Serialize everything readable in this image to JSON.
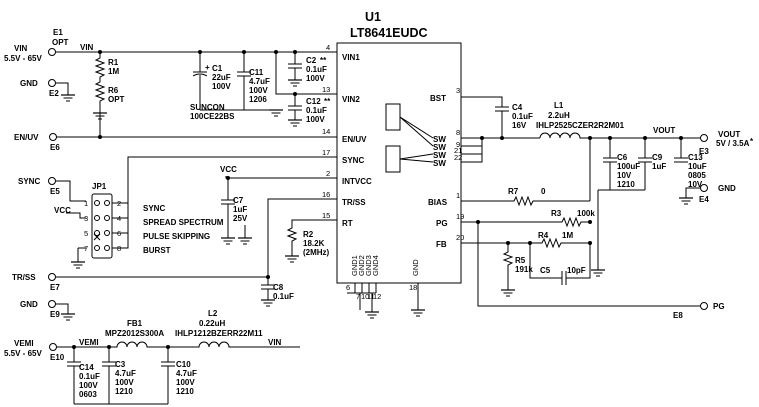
{
  "ic": {
    "ref": "U1",
    "part": "LT8641EUDC",
    "left_pins": [
      {
        "num": "4",
        "name": "VIN1"
      },
      {
        "num": "13",
        "name": "VIN2"
      },
      {
        "num": "14",
        "name": "EN/UV"
      },
      {
        "num": "17",
        "name": "SYNC"
      },
      {
        "num": "2",
        "name": "INTVCC"
      },
      {
        "num": "16",
        "name": "TR/SS"
      },
      {
        "num": "15",
        "name": "RT"
      }
    ],
    "right_pins": [
      {
        "num": "3",
        "name": "BST"
      },
      {
        "num": "8",
        "name": "SW"
      },
      {
        "num": "9",
        "name": "SW"
      },
      {
        "num": "21",
        "name": "SW"
      },
      {
        "num": "22",
        "name": "SW"
      },
      {
        "num": "1",
        "name": "BIAS"
      },
      {
        "num": "19",
        "name": "PG"
      },
      {
        "num": "20",
        "name": "FB"
      }
    ],
    "bottom_gnd": [
      "GND1",
      "GND2",
      "GND3",
      "GND4"
    ],
    "bottom_nums": [
      "6",
      "7",
      "10",
      "11",
      "12"
    ],
    "gnd_label": "GND",
    "gnd_num": "18"
  },
  "terminals": {
    "vin": {
      "label": "VIN",
      "range": "5.5V - 65V",
      "ref": "E1",
      "sub": "OPT"
    },
    "gnd1": {
      "label": "GND",
      "ref": "E2"
    },
    "enuv": {
      "label": "EN/UV",
      "ref": "E6"
    },
    "sync": {
      "label": "SYNC",
      "ref": "E5"
    },
    "trss": {
      "label": "TR/SS",
      "ref": "E7"
    },
    "gnd2": {
      "label": "GND",
      "ref": "E9"
    },
    "vemi": {
      "label": "VEMI",
      "range": "5.5V - 65V",
      "ref": "E10"
    },
    "vout": {
      "label": "VOUT",
      "range": "5V / 3.5A",
      "star": "*",
      "ref": "E3"
    },
    "gnd3": {
      "label": "GND",
      "ref": "E4"
    },
    "pg": {
      "label": "PG",
      "ref": "E8"
    }
  },
  "nets": {
    "vin": "VIN",
    "vout": "VOUT",
    "vcc": "VCC",
    "vemi": "VEMI",
    "vin_out": "VIN",
    "vcc2": "VCC"
  },
  "components": {
    "r1": [
      "R1",
      "1M"
    ],
    "r6": [
      "R6",
      "OPT"
    ],
    "c1": [
      "C1",
      "22uF",
      "100V",
      "+"
    ],
    "c1_mfr": [
      "SUNCON",
      "100CE22BS"
    ],
    "c11": [
      "C11",
      "4.7uF",
      "100V",
      "1206"
    ],
    "c2": [
      "C2",
      "**",
      "0.1uF",
      "100V"
    ],
    "c12": [
      "C12",
      "**",
      "0.1uF",
      "100V"
    ],
    "c4": [
      "C4",
      "0.1uF",
      "16V"
    ],
    "l1": [
      "L1",
      "2.2uH",
      "IHLP2525CZER2R2M01"
    ],
    "c6": [
      "C6",
      "100uF",
      "10V",
      "1210"
    ],
    "c9": [
      "C9",
      "1uF"
    ],
    "c13": [
      "C13",
      "10uF",
      "0805",
      "10V"
    ],
    "r7": [
      "R7",
      "0"
    ],
    "r3": [
      "R3",
      "100k"
    ],
    "r4": [
      "R4",
      "1M"
    ],
    "r5": [
      "R5",
      "191k"
    ],
    "c5": [
      "C5",
      "10pF"
    ],
    "c7": [
      "C7",
      "1uF",
      "25V"
    ],
    "r2": [
      "R2",
      "18.2K",
      "(2MHz)"
    ],
    "c8": [
      "C8",
      "0.1uF"
    ],
    "fb1": [
      "FB1",
      "MPZ2012S300A"
    ],
    "l2": [
      "L2",
      "0.22uH",
      "IHLP1212BZERR22M11"
    ],
    "c14": [
      "C14",
      "0.1uF",
      "100V",
      "0603"
    ],
    "c3": [
      "C3",
      "4.7uF",
      "100V",
      "1210"
    ],
    "c10": [
      "C10",
      "4.7uF",
      "100V",
      "1210"
    ]
  },
  "jumper": {
    "ref": "JP1",
    "pins": [
      "1",
      "2",
      "3",
      "4",
      "5",
      "6",
      "7",
      "8"
    ],
    "modes": [
      "SYNC",
      "SPREAD SPECTRUM",
      "PULSE SKIPPING",
      "BURST"
    ]
  }
}
